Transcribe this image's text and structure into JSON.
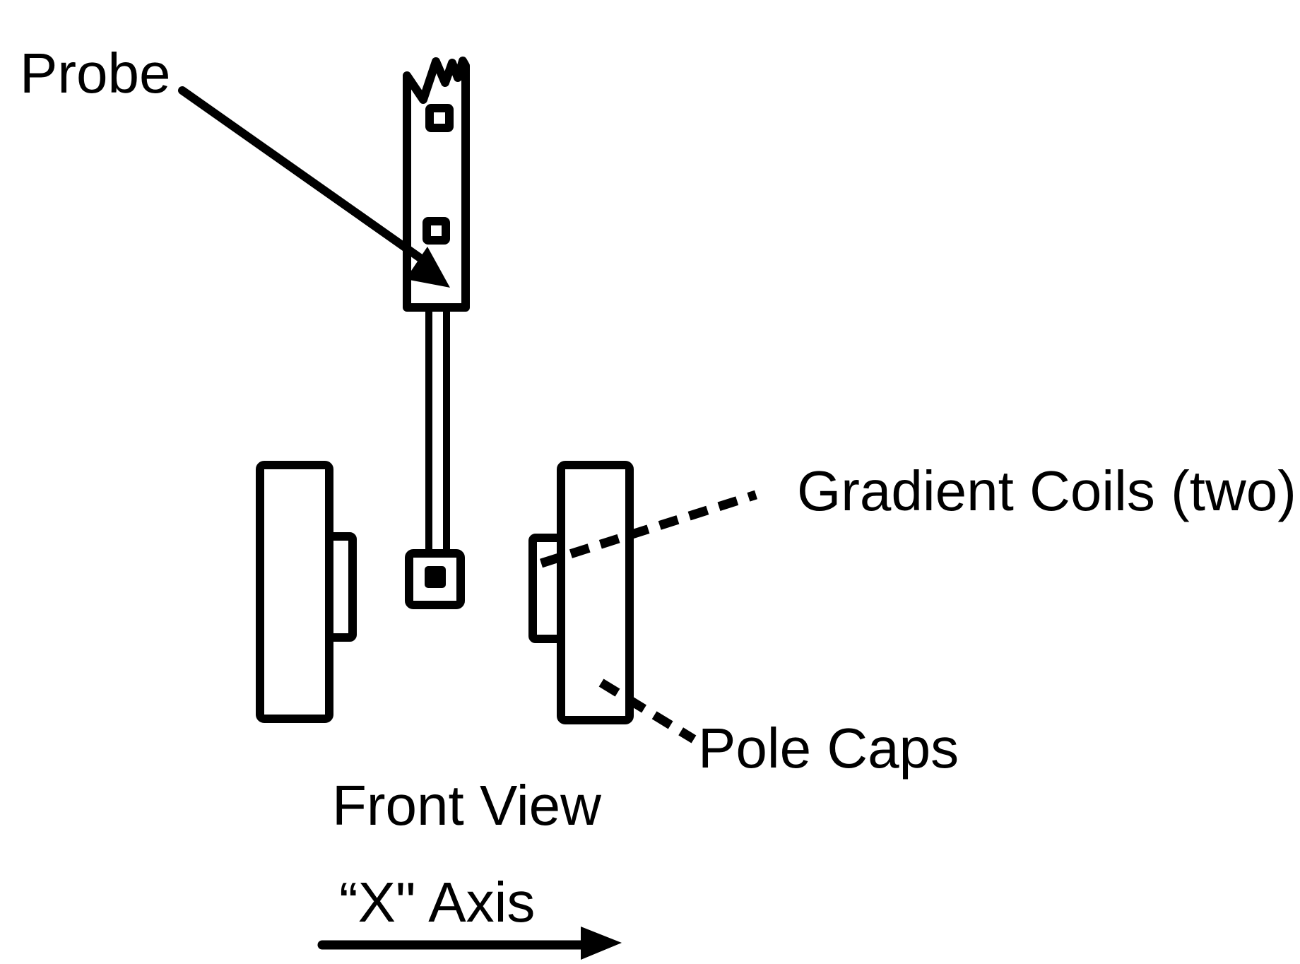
{
  "diagram": {
    "background_color": "#ffffff",
    "ink_color": "#000000",
    "labels": {
      "probe": "Probe",
      "gradient_coils": "Gradient Coils (two)",
      "pole_caps": "Pole Caps",
      "front_view": "Front View",
      "x_axis": "“X\" Axis"
    }
  }
}
